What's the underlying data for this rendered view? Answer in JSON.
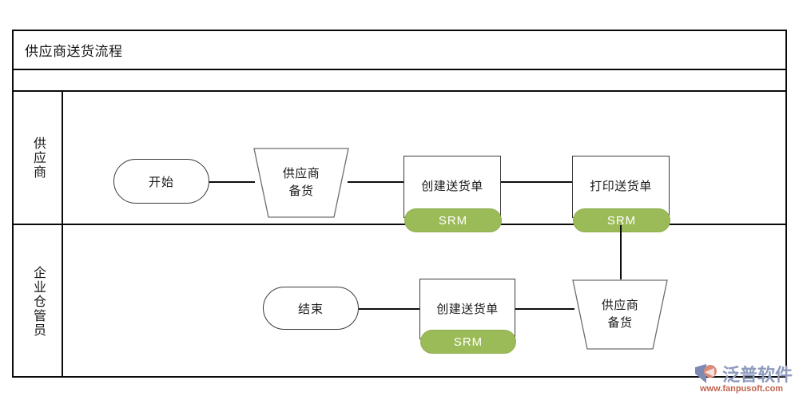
{
  "diagram": {
    "title": "供应商送货流程",
    "lanes": [
      {
        "label": "供应商",
        "nodes": [
          {
            "id": "start",
            "type": "terminator",
            "text": "开始"
          },
          {
            "id": "prep1",
            "type": "trapezoid",
            "line1": "供应商",
            "line2": "备货"
          },
          {
            "id": "create1",
            "type": "process",
            "text": "创建送货单",
            "badge": "SRM"
          },
          {
            "id": "print",
            "type": "process",
            "text": "打印送货单",
            "badge": "SRM"
          }
        ]
      },
      {
        "label": "企业仓管员",
        "nodes": [
          {
            "id": "end",
            "type": "terminator",
            "text": "结束"
          },
          {
            "id": "create2",
            "type": "process",
            "text": "创建送货单",
            "badge": "SRM"
          },
          {
            "id": "prep2",
            "type": "trapezoid",
            "line1": "供应商",
            "line2": "备货"
          }
        ]
      }
    ],
    "colors": {
      "badge_green": "#9bbb59",
      "frame_black": "#0a0a0a",
      "shape_stroke": "#3a3a3a",
      "watermark_blue": "#8e9bbf",
      "watermark_red": "#c0644c"
    }
  },
  "watermark": {
    "brand": "泛普软件",
    "url": "www.fanpusoft.com"
  }
}
